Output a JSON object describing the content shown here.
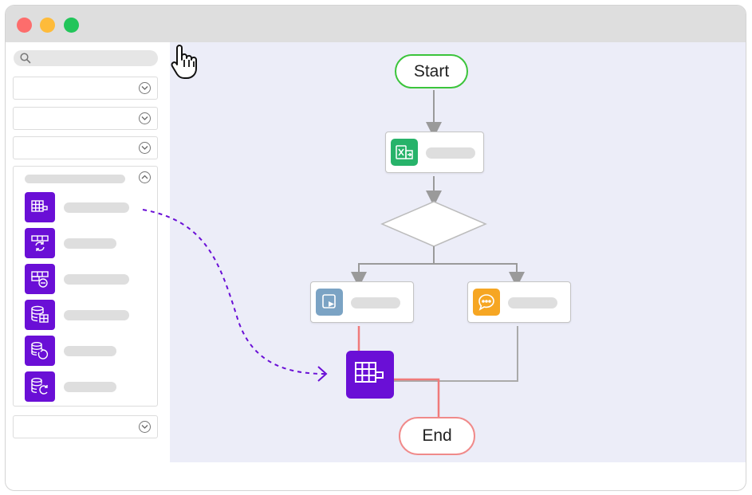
{
  "window": {
    "controls": [
      "close",
      "minimize",
      "maximize"
    ]
  },
  "sidebar": {
    "search": {
      "icon": "search-icon",
      "placeholder": ""
    },
    "collapsed_sections": [
      {
        "state": "collapsed",
        "icon": "chevron-down-icon"
      },
      {
        "state": "collapsed",
        "icon": "chevron-down-icon"
      },
      {
        "state": "collapsed",
        "icon": "chevron-down-icon"
      }
    ],
    "open_section": {
      "state": "expanded",
      "icon": "chevron-up-icon",
      "tools": [
        {
          "icon": "table-insert-icon"
        },
        {
          "icon": "table-refresh-icon"
        },
        {
          "icon": "table-remove-icon"
        },
        {
          "icon": "database-table-icon"
        },
        {
          "icon": "database-undo-icon"
        },
        {
          "icon": "database-refresh-icon"
        }
      ]
    },
    "bottom_section": {
      "state": "collapsed",
      "icon": "chevron-down-icon"
    }
  },
  "flow": {
    "start_label": "Start",
    "end_label": "End",
    "nodes": [
      {
        "id": "excel",
        "icon": "excel-icon",
        "color": "#27b36a"
      },
      {
        "id": "decision",
        "shape": "diamond"
      },
      {
        "id": "action",
        "icon": "play-document-icon",
        "color": "#7ba3c4"
      },
      {
        "id": "message",
        "icon": "chat-icon",
        "color": "#f6a623"
      },
      {
        "id": "dropped-table",
        "icon": "table-insert-icon",
        "color": "#6a0fd6"
      }
    ]
  },
  "colors": {
    "accent": "#6a0fd6",
    "start_border": "#3bc43b",
    "end_border": "#f08a8a",
    "active_connector": "#f07a7a",
    "connector": "#9a9a9a",
    "canvas_bg": "#ecedf8"
  }
}
